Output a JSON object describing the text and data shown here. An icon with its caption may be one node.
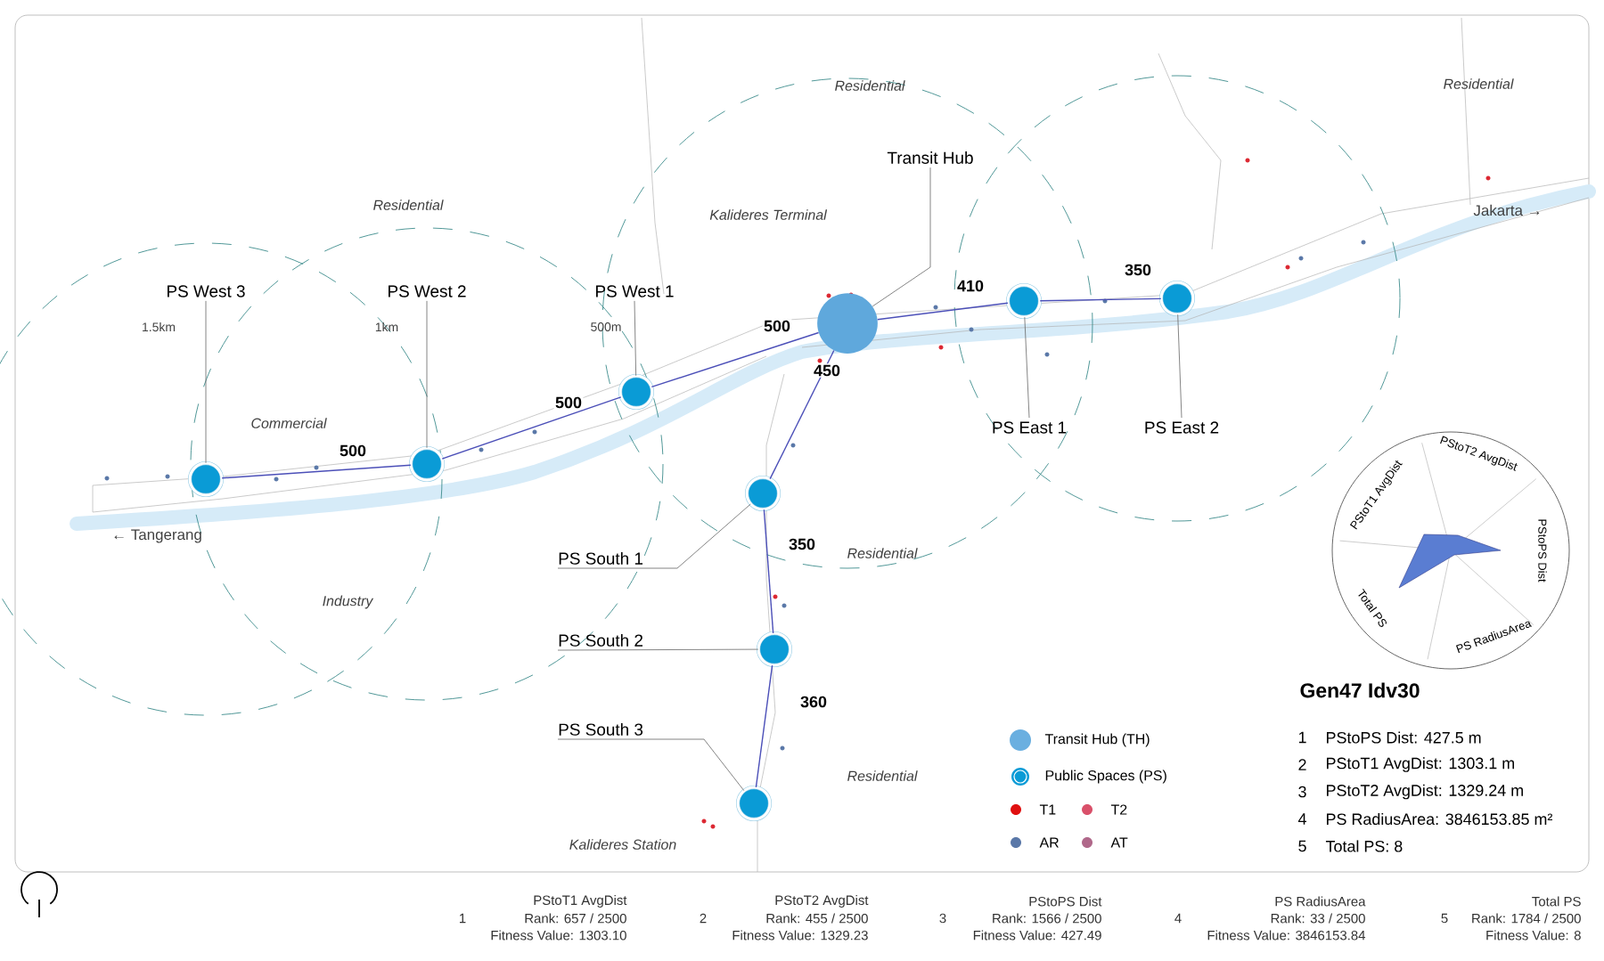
{
  "diagram": {
    "nodes": [
      {
        "text": [
          "Transit Hub"
        ]
      },
      {
        "text": [],
        "shape": "circle"
      },
      {
        "text": [
          "PS West 3"
        ]
      },
      {
        "text": [],
        "shape": "circle"
      },
      {
        "text": [
          "PS West 2"
        ]
      },
      {
        "text": [],
        "shape": "circle"
      },
      {
        "text": [
          "PS West 1"
        ]
      },
      {
        "text": [],
        "shape": "circle"
      },
      {
        "text": [
          "PS East 1"
        ]
      },
      {
        "text": [],
        "shape": "circle"
      },
      {
        "text": [
          "PS East 2"
        ]
      },
      {
        "text": [],
        "shape": "circle"
      },
      {
        "text": [
          "PS South 1"
        ]
      },
      {
        "text": [],
        "shape": "circle"
      },
      {
        "text": [
          "PS South 2"
        ]
      },
      {
        "text": [],
        "shape": "circle"
      },
      {
        "text": [
          "PS South 3"
        ]
      },
      {
        "text": [],
        "shape": "circle"
      }
    ],
    "edges": [
      {
        "from": 0,
        "to": 1,
        "arrow": "none"
      },
      {
        "from": 2,
        "to": 3,
        "arrow": "none"
      },
      {
        "from": 4,
        "to": 5,
        "arrow": "none"
      },
      {
        "from": 6,
        "to": 7,
        "arrow": "none"
      },
      {
        "from": 8,
        "to": 9,
        "arrow": "none"
      },
      {
        "from": 10,
        "to": 11,
        "arrow": "none"
      },
      {
        "from": 12,
        "to": 13,
        "arrow": "none"
      },
      {
        "from": 14,
        "to": 15,
        "arrow": "none"
      },
      {
        "from": 16,
        "to": 17,
        "arrow": "none"
      },
      {
        "from": 1,
        "to": 7,
        "arrow": "none",
        "label": "500",
        "color": "#4b4fb8"
      },
      {
        "from": 7,
        "to": 5,
        "arrow": "none",
        "label": "500",
        "color": "#4b4fb8"
      },
      {
        "from": 5,
        "to": 3,
        "arrow": "none",
        "label": "500",
        "color": "#4b4fb8"
      },
      {
        "from": 1,
        "to": 9,
        "arrow": "none",
        "label": "410",
        "color": "#4b4fb8"
      },
      {
        "from": 9,
        "to": 11,
        "arrow": "none",
        "label": "350",
        "color": "#4b4fb8"
      },
      {
        "from": 1,
        "to": 13,
        "arrow": "none",
        "label": "450",
        "color": "#4b4fb8"
      },
      {
        "from": 13,
        "to": 15,
        "arrow": "none",
        "label": "350",
        "color": "#4b4fb8"
      },
      {
        "from": 15,
        "to": 17,
        "arrow": "none",
        "label": "360",
        "color": "#4b4fb8"
      }
    ],
    "labels": [
      "Residential",
      "Residential",
      "Residential",
      "Kalideres Terminal",
      "Jakarta →",
      "1.5km",
      "1km",
      "500m",
      "Commercial",
      "← Tangerang",
      "Residential",
      "Industry",
      "Residential",
      "Kalideres Station",
      "PStoT2 AvgDist",
      "PStoT1 AvgDist",
      "PStoPS Dist",
      "Total PS",
      "PS RadiusArea",
      "Gen47 Idv30",
      "1",
      "PStoPS Dist: 427.5 m",
      "2",
      "PStoT1 AvgDist: 1303.1 m",
      "3",
      "PStoT2 AvgDist: 1329.24 m",
      "4",
      "PS RadiusArea: 3846153.85 m²",
      "5",
      "Total PS: 8",
      "1",
      "PStoT1 AvgDist",
      "Rank: 657 / 2500",
      "Fitness Value: 1303.10",
      "2",
      "PStoT2 AvgDist",
      "Rank: 455 / 2500",
      "Fitness Value: 1329.23",
      "3",
      "PStoPS Dist",
      "Rank: 1566 / 2500",
      "Fitness Value: 427.49",
      "4",
      "PS RadiusArea",
      "Rank: 33 / 2500",
      "Fitness Value: 3846153.84",
      "5",
      "Total PS",
      "Rank: 1784 / 2500",
      "Fitness Value: 8"
    ],
    "legend": [
      {
        "text": "Transit Hub (TH)",
        "color": "#6aafe0"
      },
      {
        "text": "Public Spaces (PS)",
        "color": "#0a9bd6"
      },
      {
        "text": "T1",
        "color": "#e01010"
      },
      {
        "text": "T2",
        "color": "#d9506a"
      },
      {
        "text": "AR",
        "color": "#5a78a8"
      },
      {
        "text": "AT",
        "color": "#b0688a"
      }
    ]
  }
}
